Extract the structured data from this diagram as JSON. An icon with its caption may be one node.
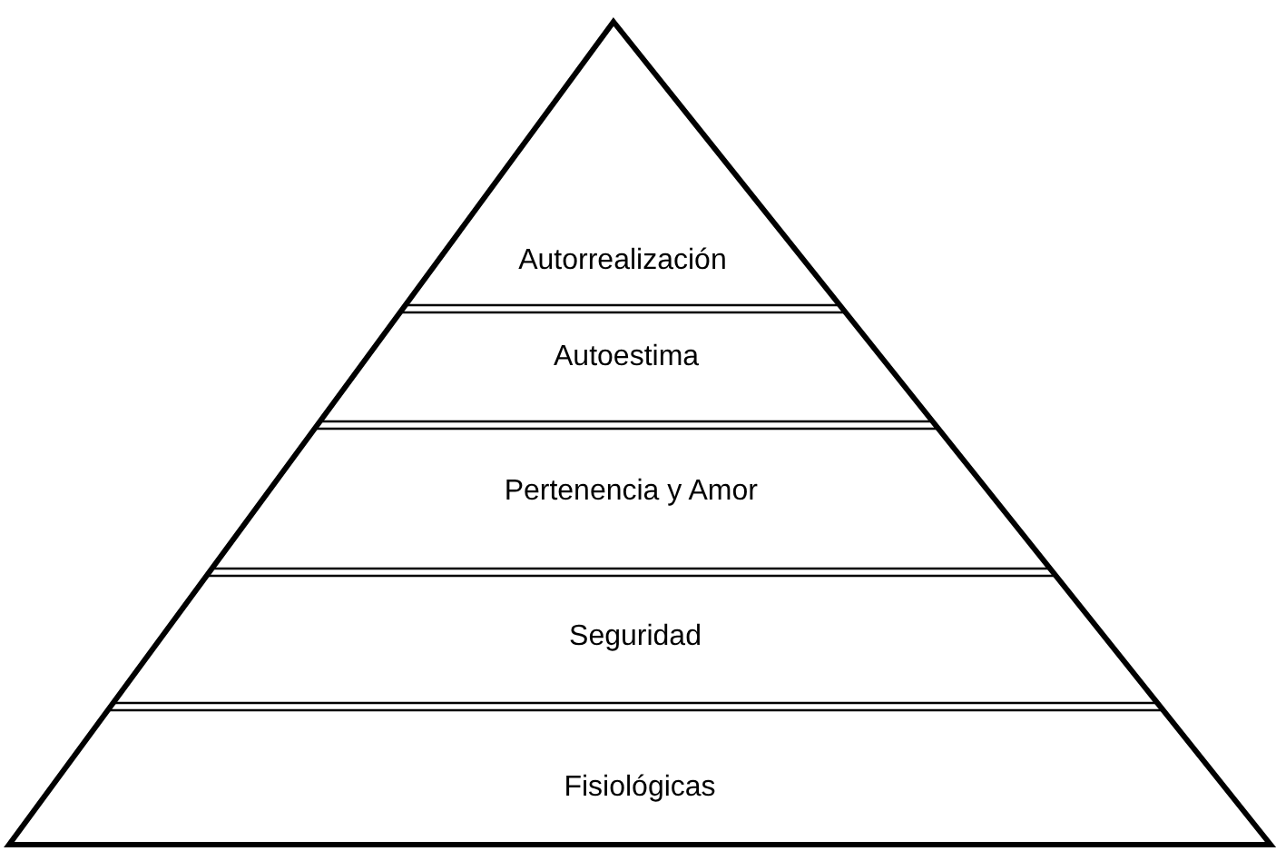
{
  "diagram": {
    "nodes": [
      {
        "text": [
          "Autorrealización"
        ]
      },
      {
        "text": [
          "Autoestima"
        ]
      },
      {
        "text": [
          "Pertenencia y Amor"
        ]
      },
      {
        "text": [
          "Seguridad"
        ]
      },
      {
        "text": [
          "Fisiológicas"
        ]
      }
    ]
  }
}
